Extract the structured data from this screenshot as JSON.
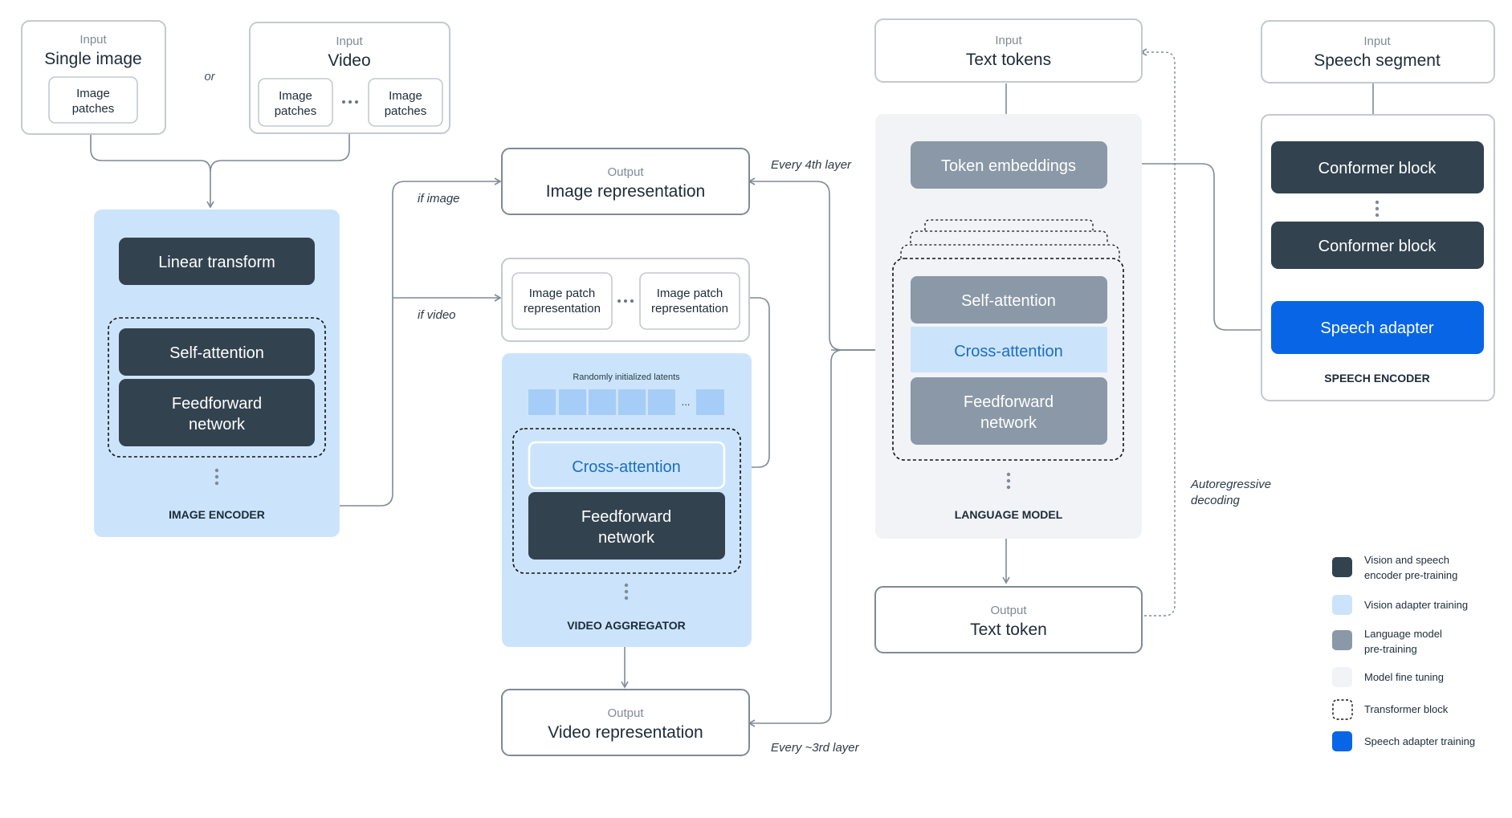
{
  "colors": {
    "dark": "#33424f",
    "lm_gray": "#8a98a7",
    "vision_light": "#cce4fb",
    "fine_tune": "#f1f3f6",
    "speech_blue": "#0866e6",
    "box_border": "#c3c9d0",
    "output_border": "#7f8a96",
    "cross_text": "#1b6ec2",
    "latent": "#a6cdf7",
    "line": "#7f8a96"
  },
  "inputs": {
    "single_image": {
      "kind": "Input",
      "title": "Single image",
      "patch": [
        "Image",
        "patches"
      ]
    },
    "or_label": "or",
    "video": {
      "kind": "Input",
      "title": "Video",
      "patch_left": [
        "Image",
        "patches"
      ],
      "patch_right": [
        "Image",
        "patches"
      ]
    },
    "text_tokens": {
      "kind": "Input",
      "title": "Text tokens"
    },
    "speech_segment": {
      "kind": "Input",
      "title": "Speech segment"
    }
  },
  "image_encoder": {
    "label": "IMAGE ENCODER",
    "linear_transform": "Linear transform",
    "self_attention": "Self-attention",
    "feedforward": [
      "Feedforward",
      "network"
    ]
  },
  "branches": {
    "if_image": "if image",
    "if_video": "if video"
  },
  "image_output": {
    "kind": "Output",
    "title": "Image representation"
  },
  "patch_reps": {
    "left": [
      "Image patch",
      "representation"
    ],
    "right": [
      "Image patch",
      "representation"
    ]
  },
  "video_aggregator": {
    "label": "VIDEO AGGREGATOR",
    "latents_label": "Randomly initialized latents",
    "latents_ellipsis": "...",
    "cross_attention": "Cross-attention",
    "feedforward": [
      "Feedforward",
      "network"
    ]
  },
  "video_output": {
    "kind": "Output",
    "title": "Video representation"
  },
  "layer_notes": {
    "every_4th": "Every 4th layer",
    "every_3rd": "Every ~3rd layer"
  },
  "language_model": {
    "label": "LANGUAGE MODEL",
    "token_embeddings": "Token embeddings",
    "self_attention": "Self-attention",
    "cross_attention": "Cross-attention",
    "feedforward": [
      "Feedforward",
      "network"
    ]
  },
  "text_output": {
    "kind": "Output",
    "title": "Text token"
  },
  "autoregressive": [
    "Autoregressive",
    "decoding"
  ],
  "speech_encoder": {
    "label": "SPEECH ENCODER",
    "conformer_1": "Conformer block",
    "conformer_2": "Conformer block",
    "speech_adapter": "Speech adapter"
  },
  "legend": [
    {
      "swatch": "dark",
      "text": [
        "Vision and speech",
        "encoder pre-training"
      ]
    },
    {
      "swatch": "vision_light",
      "text": [
        "Vision adapter training"
      ]
    },
    {
      "swatch": "lm_gray",
      "text": [
        "Language model",
        "pre-training"
      ]
    },
    {
      "swatch": "fine_tune",
      "text": [
        "Model fine tuning"
      ]
    },
    {
      "swatch": "transformer",
      "text": [
        "Transformer block"
      ]
    },
    {
      "swatch": "speech_blue",
      "text": [
        "Speech adapter training"
      ]
    }
  ]
}
